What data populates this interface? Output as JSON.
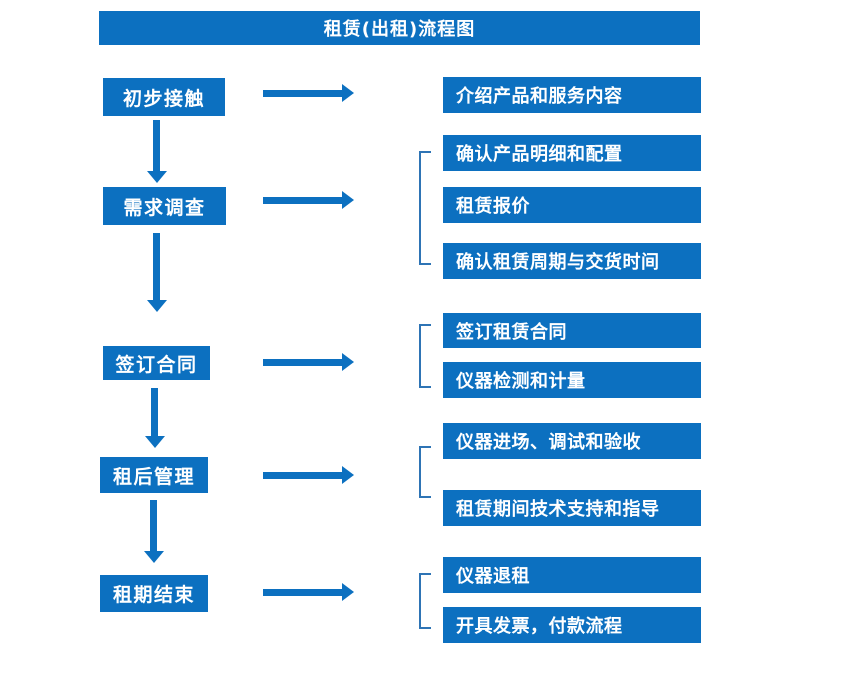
{
  "title": "租赁(出租)流程图",
  "colors": {
    "box_blue": "#0C70C0",
    "bracket_blue": "#2E74B5",
    "text_white": "#FFFFFF",
    "background": "#FFFFFF"
  },
  "stages": [
    {
      "label": "初步接触",
      "details": [
        "介绍产品和服务内容"
      ]
    },
    {
      "label": "需求调查",
      "details": [
        "确认产品明细和配置",
        "租赁报价",
        "确认租赁周期与交货时间"
      ]
    },
    {
      "label": "签订合同",
      "details": [
        "签订租赁合同",
        "仪器检测和计量"
      ]
    },
    {
      "label": "租后管理",
      "details": [
        "仪器进场、调试和验收",
        "租赁期间技术支持和指导"
      ]
    },
    {
      "label": "租期结束",
      "details": [
        "仪器退租",
        "开具发票，付款流程"
      ]
    }
  ]
}
